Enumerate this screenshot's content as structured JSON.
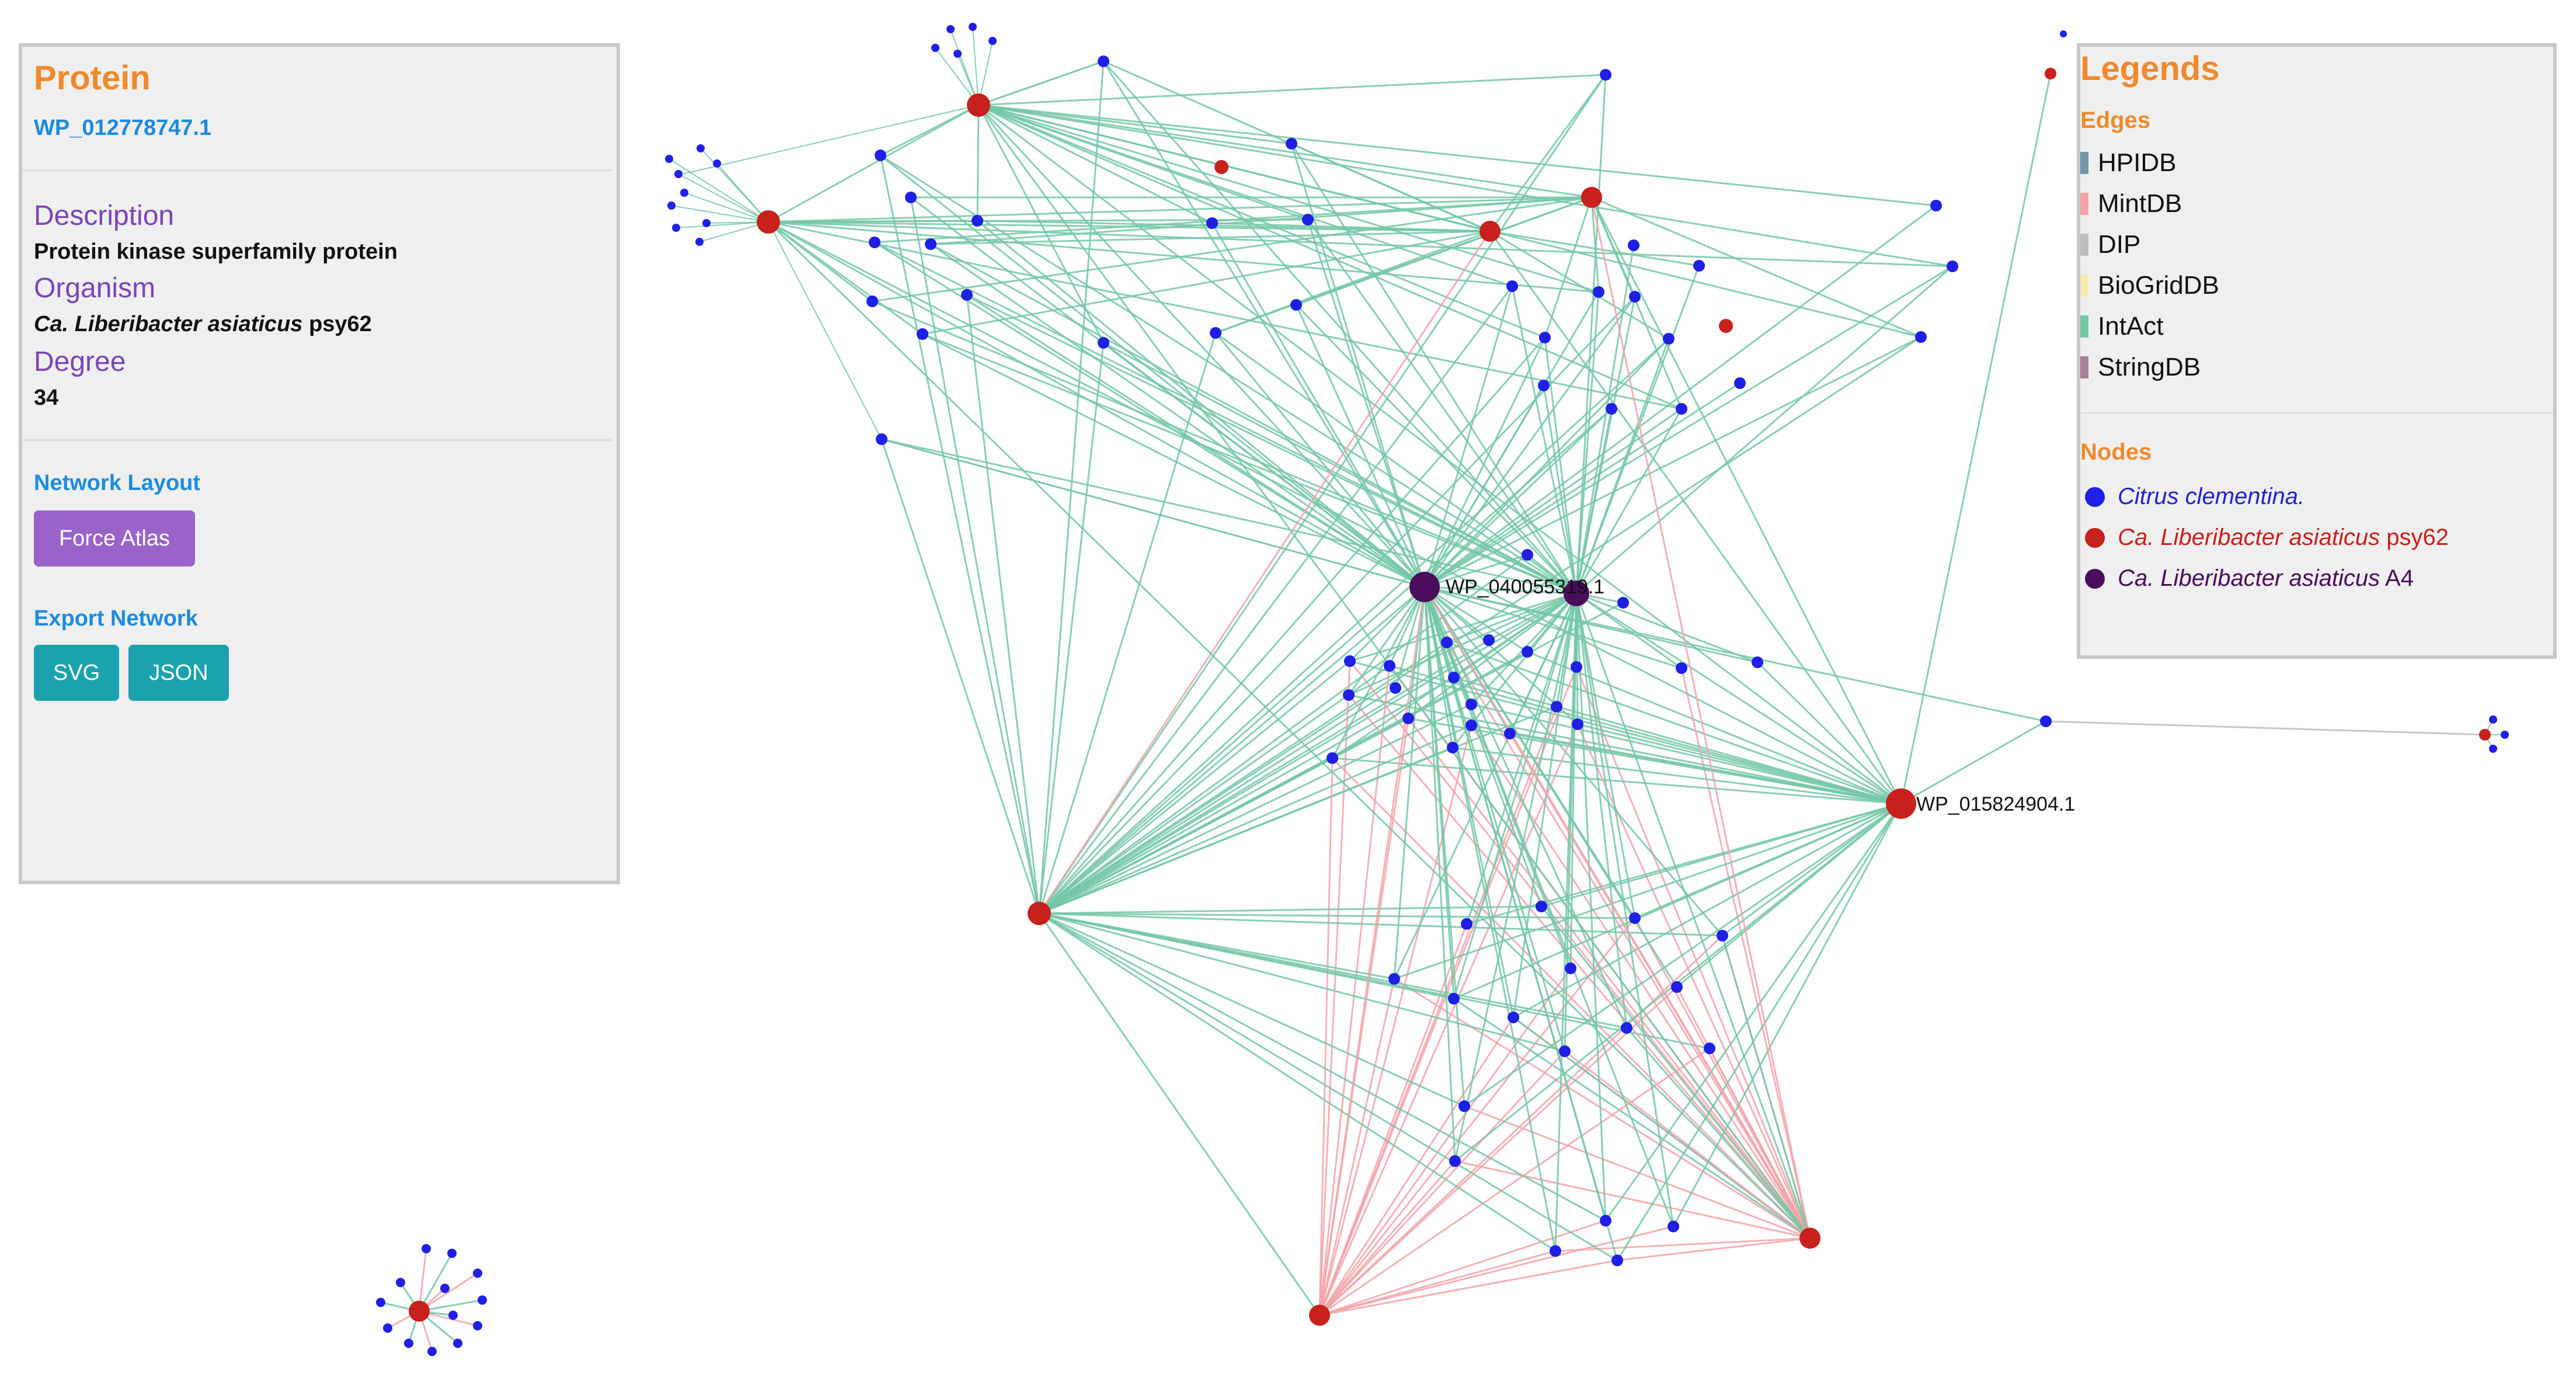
{
  "protein_panel": {
    "title": "Protein",
    "protein_id": "WP_012778747.1",
    "description_label": "Description",
    "description_value": "Protein kinase superfamily protein",
    "organism_label": "Organism",
    "organism_italic": "Ca. Liberibacter asiaticus",
    "organism_strain": "psy62",
    "degree_label": "Degree",
    "degree_value": "34",
    "layout_label": "Network Layout",
    "layout_button": "Force Atlas",
    "export_label": "Export Network",
    "export_svg": "SVG",
    "export_json": "JSON"
  },
  "legend_panel": {
    "title": "Legends",
    "edges_label": "Edges",
    "edges": [
      {
        "name": "HPIDB",
        "color": "#6f97a8"
      },
      {
        "name": "MintDB",
        "color": "#f3a3a8"
      },
      {
        "name": "DIP",
        "color": "#bdbdbd"
      },
      {
        "name": "BioGridDB",
        "color": "#f5ecb3"
      },
      {
        "name": "IntAct",
        "color": "#73c7a4"
      },
      {
        "name": "StringDB",
        "color": "#a88098"
      }
    ],
    "nodes_label": "Nodes",
    "nodes": [
      {
        "italic": "Citrus clementina.",
        "plain": "",
        "color": "#1f1fe6",
        "text_color": "#2222cc"
      },
      {
        "italic": "Ca. Liberibacter asiaticus",
        "plain": " psy62",
        "color": "#c8201c",
        "text_color": "#c8201c"
      },
      {
        "italic": "Ca. Liberibacter asiaticus",
        "plain": " A4",
        "color": "#4a0c5c",
        "text_color": "#4a0c5c"
      }
    ]
  },
  "graph": {
    "colors": {
      "citrus": "#1f1fe6",
      "psy62": "#c8201c",
      "a4": "#4a0c5c",
      "intact": "#73c7a4",
      "mint": "#f3a3a8",
      "dip": "#bdbdbd"
    },
    "labels": {
      "hub_a4_1": "WP_040055319.1",
      "hub_psy_e": "WP_015824904.1"
    }
  }
}
